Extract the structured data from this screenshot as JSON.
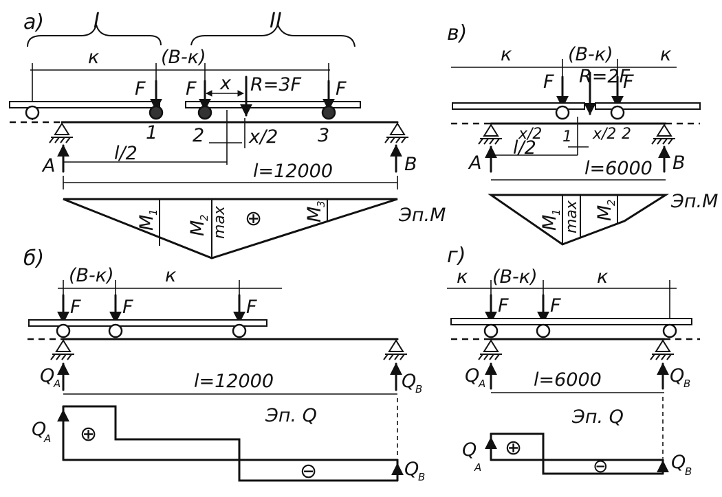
{
  "panels": {
    "a": {
      "label": "а)",
      "group_I": "I",
      "group_II": "II",
      "dim_k": "к",
      "dim_bk": "(В-к)",
      "force_F": "F",
      "dim_x": "x",
      "resultant": "R=3F",
      "half_x": "x/2",
      "wheel_1": "1",
      "wheel_2": "2",
      "wheel_3": "3",
      "support_A": "A",
      "support_B": "B",
      "half_span": "l/2",
      "span": "l=12000",
      "moment_diagram": "Эп.М",
      "m1": "M",
      "m1_sub": "1",
      "m2": "M",
      "m2_sub": "2",
      "m2_max": "max",
      "m3": "M",
      "m3_sub": "3",
      "sign": "⊕"
    },
    "b": {
      "label": "б)",
      "dim_bk": "(В-к)",
      "dim_k": "к",
      "force_F": "F",
      "qa": "Q",
      "qa_sub": "A",
      "qb": "Q",
      "qb_sub": "B",
      "span": "l=12000",
      "shear_diagram": "Эп. Q",
      "sign_plus": "⊕",
      "sign_minus": "⊖"
    },
    "v": {
      "label": "в)",
      "dim_k_left": "к",
      "dim_bk": "(В-к)",
      "dim_k_right": "к",
      "force_F": "F",
      "resultant": "R=2F",
      "half_x": "x/2",
      "wheel_1": "1",
      "wheel_2": "2",
      "support_A": "A",
      "support_B": "B",
      "half_span": "l/2",
      "span": "l=6000",
      "moment_diagram": "Эп.М",
      "m1": "M",
      "m1_sub": "1",
      "m_max": "max",
      "m2": "M",
      "m2_sub": "2"
    },
    "g": {
      "label": "г)",
      "dim_k_left": "к",
      "dim_bk": "(В-к)",
      "dim_k_right": "к",
      "force_F": "F",
      "qa": "Q",
      "qa_sub": "A",
      "qb": "Q",
      "qb_sub": "B",
      "span": "l=6000",
      "shear_diagram": "Эп. Q",
      "sign_plus": "⊕",
      "sign_minus": "⊖"
    }
  }
}
